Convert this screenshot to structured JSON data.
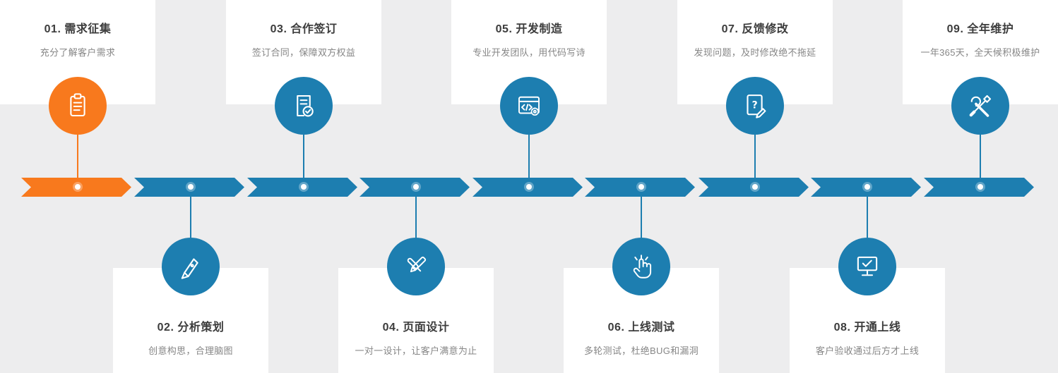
{
  "colors": {
    "background": "#ededee",
    "card": "#ffffff",
    "accent_blue": "#1d7eb0",
    "accent_orange": "#f8791d",
    "title_text": "#3c3c3c",
    "subtitle_text": "#868686"
  },
  "steps": [
    {
      "title": "01. 需求征集",
      "subtitle": "充分了解客户需求",
      "icon": "clipboard-icon",
      "position": "top",
      "color": "#f8791d"
    },
    {
      "title": "02. 分析策划",
      "subtitle": "创意构思，合理脑图",
      "icon": "pen-ruler-icon",
      "position": "bottom",
      "color": "#1d7eb0"
    },
    {
      "title": "03. 合作签订",
      "subtitle": "签订合同，保障双方权益",
      "icon": "contract-check-icon",
      "position": "top",
      "color": "#1d7eb0"
    },
    {
      "title": "04. 页面设计",
      "subtitle": "一对一设计，让客户满意为止",
      "icon": "pencil-brush-icon",
      "position": "bottom",
      "color": "#1d7eb0"
    },
    {
      "title": "05. 开发制造",
      "subtitle": "专业开发团队，用代码写诗",
      "icon": "code-window-icon",
      "position": "top",
      "color": "#1d7eb0"
    },
    {
      "title": "06. 上线测试",
      "subtitle": "多轮测试，杜绝BUG和漏洞",
      "icon": "click-hand-icon",
      "position": "bottom",
      "color": "#1d7eb0"
    },
    {
      "title": "07. 反馈修改",
      "subtitle": "发现问题，及时修改绝不拖延",
      "icon": "feedback-doc-icon",
      "position": "top",
      "color": "#1d7eb0"
    },
    {
      "title": "08. 开通上线",
      "subtitle": "客户验收通过后方才上线",
      "icon": "monitor-check-icon",
      "position": "bottom",
      "color": "#1d7eb0"
    },
    {
      "title": "09. 全年维护",
      "subtitle": "一年365天，全天候积极维护",
      "icon": "wrench-tools-icon",
      "position": "top",
      "color": "#1d7eb0"
    }
  ]
}
